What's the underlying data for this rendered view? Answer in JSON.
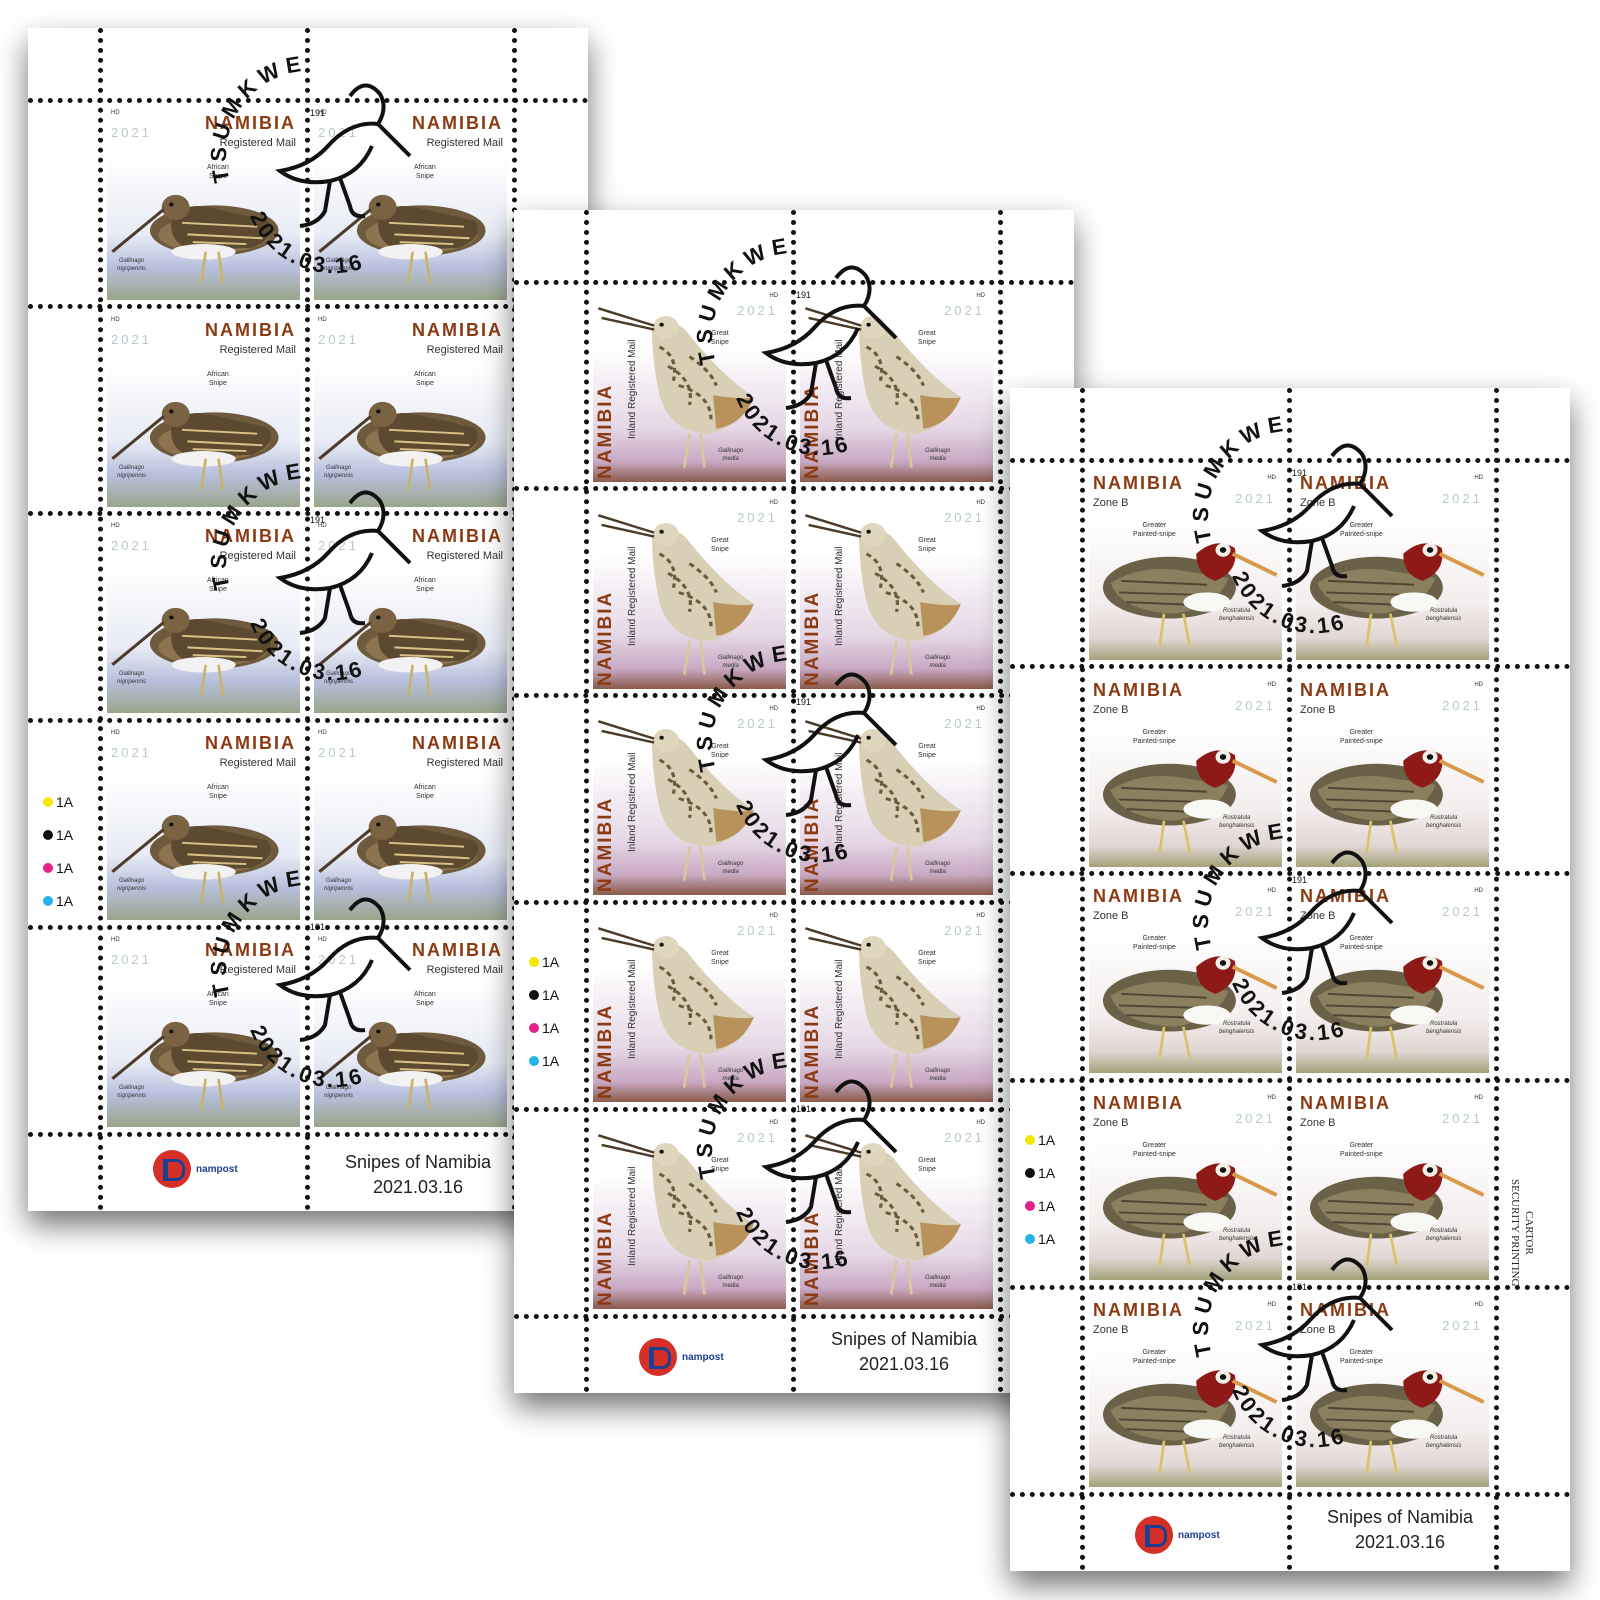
{
  "sheets": [
    {
      "country": "NAMIBIA",
      "service": "Registered Mail",
      "year": "2021",
      "hd": "HD",
      "common_name": [
        "African",
        "Snipe"
      ],
      "scientific_name": [
        "Gallinago",
        "nigripennis"
      ],
      "colors": [
        "1A",
        "1A",
        "1A",
        "1A"
      ],
      "footer_title": "Snipes of Namibia",
      "footer_date": "2021.03.16",
      "logo_text": "nampost"
    },
    {
      "country": "NAMIBIA",
      "service": "Inland Registered Mail",
      "year": "2021",
      "hd": "HD",
      "common_name": [
        "Great",
        "Snipe"
      ],
      "scientific_name": [
        "Gallinago",
        "media"
      ],
      "colors": [
        "1A",
        "1A",
        "1A",
        "1A"
      ],
      "footer_title": "Snipes of Namibia",
      "footer_date": "2021.03.16",
      "logo_text": "nampost"
    },
    {
      "country": "NAMIBIA",
      "service": "Zone B",
      "year": "2021",
      "hd": "HD",
      "common_name": [
        "Greater",
        "Painted-snipe"
      ],
      "scientific_name": [
        "Rostratula",
        "benghalensis"
      ],
      "colors": [
        "1A",
        "1A",
        "1A",
        "1A"
      ],
      "footer_title": "Snipes of Namibia",
      "footer_date": "2021.03.16",
      "logo_text": "nampost",
      "printer": [
        "CARTOR",
        "SECURITY PRINTING"
      ]
    }
  ],
  "postmark": {
    "town": "TSUMKWE",
    "number": "191",
    "date": "2021.03.16"
  },
  "palette": {
    "cyan": "#25b4e6",
    "magenta": "#e6208a",
    "yellow": "#f5e600",
    "black": "#111111",
    "country_text": "#8b3a12"
  }
}
